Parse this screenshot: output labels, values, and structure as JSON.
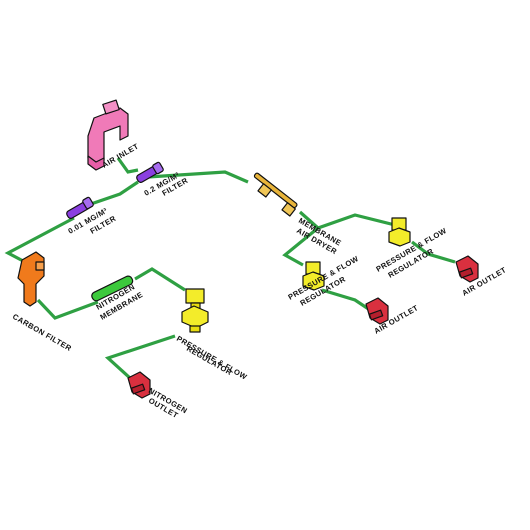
{
  "labels": {
    "air_inlet": "AIR INLET",
    "filter_02_line1": "0.2 MG/M³",
    "filter_02_line2": "FILTER",
    "filter_001_line1": "0.01 MG/M³",
    "filter_001_line2": "FILTER",
    "carbon_filter": "CARBON FILTER",
    "nitrogen_membrane_line1": "NITROGEN",
    "nitrogen_membrane_line2": "MEMBRANE",
    "regulator_left_line1": "PRESSURE & FLOW",
    "regulator_left_line2": "REGULATOR",
    "nitrogen_outlet_line1": "NITROGEN",
    "nitrogen_outlet_line2": "OUTLET",
    "membrane_dryer_line1": "MEMBRANE",
    "membrane_dryer_line2": "AIR DRYER",
    "regulator_mid_line1": "PRESSURE & FLOW",
    "regulator_mid_line2": "REGULATOR",
    "air_outlet_mid": "AIR OUTLET",
    "regulator_right_line1": "PRESSURE & FLOW",
    "regulator_right_line2": "REGULATOR",
    "air_outlet_right": "AIR OUTLET"
  },
  "colors": {
    "pipe": "#2fa043",
    "air_inlet": "#f07ab8",
    "filter": "#8a3fe0",
    "carbon_filter": "#f07a1c",
    "nitrogen_membrane": "#3cc93c",
    "regulator": "#f3ec2a",
    "outlet": "#d9303f",
    "membrane_dryer": "#e8b43a"
  }
}
